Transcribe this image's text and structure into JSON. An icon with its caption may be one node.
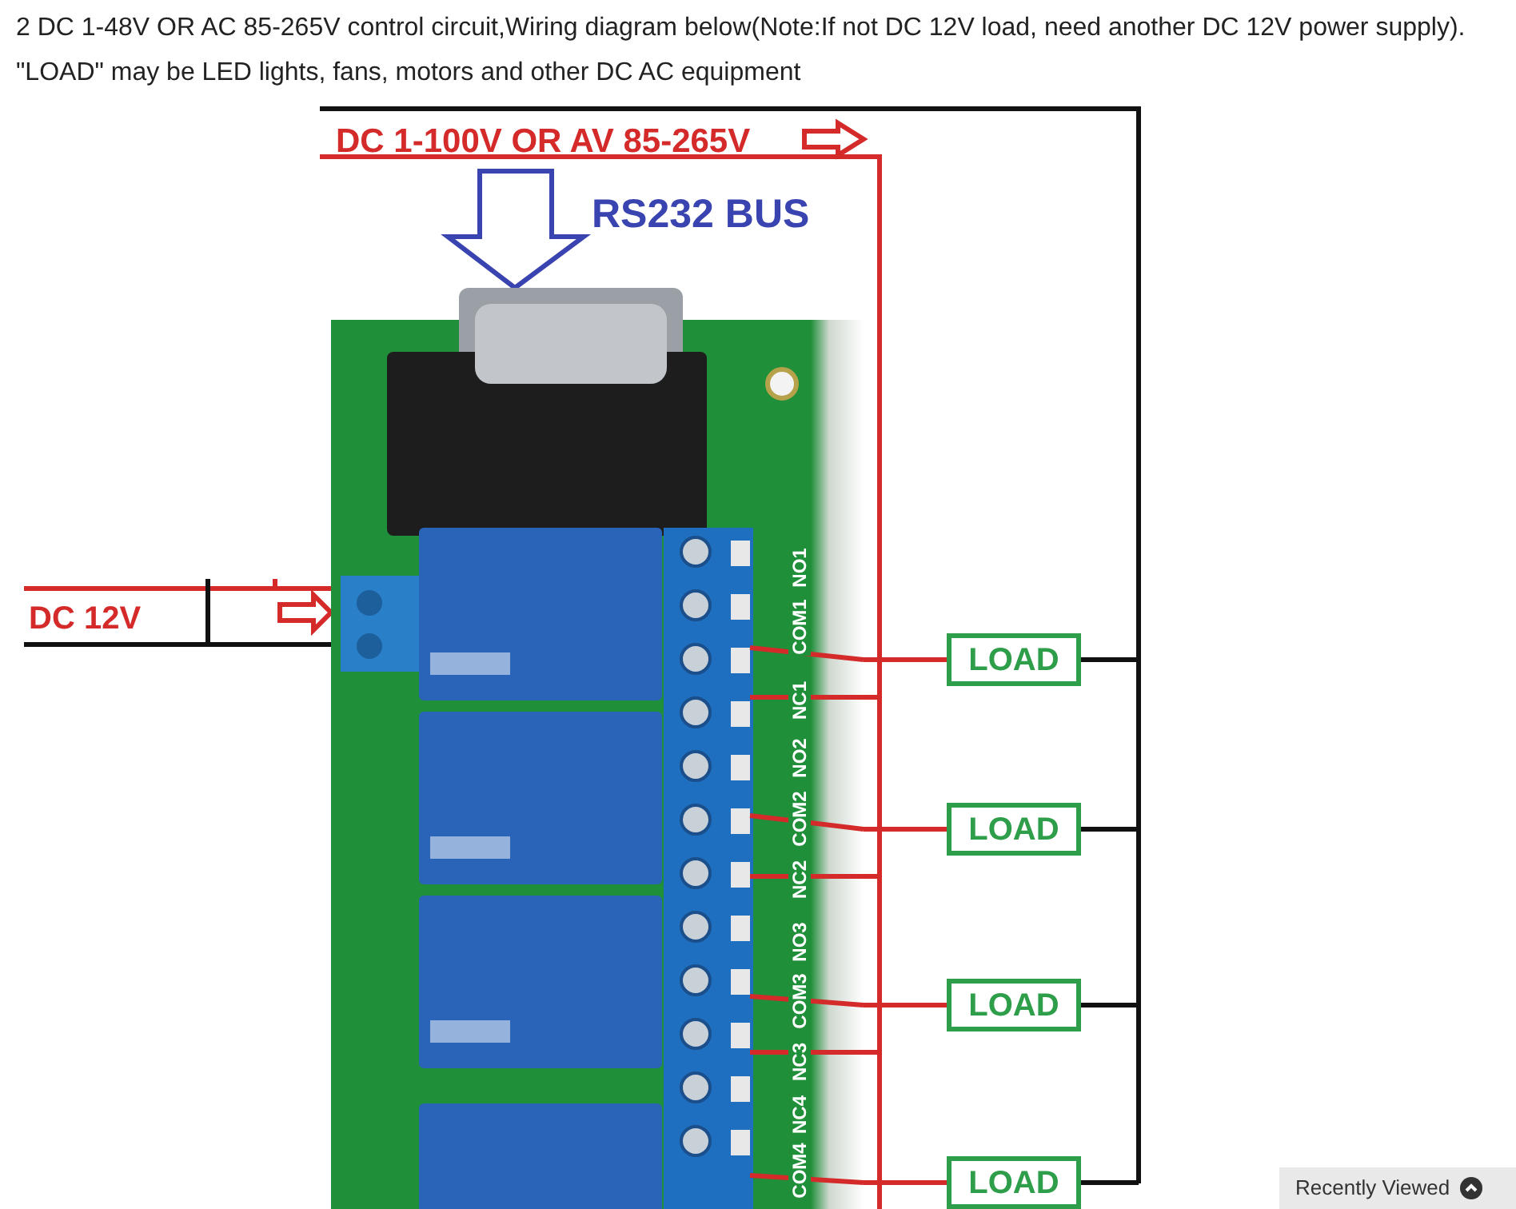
{
  "diagram": {
    "title": "2 DC 1-48V OR AC 85-265V control circuit,Wiring diagram below(Note:If not DC 12V load, need another DC 12V power supply). \"LOAD\" may be LED lights, fans, motors and other DC AC equipment",
    "nodes": [
      {
        "text": [],
        "shape": "picture"
      },
      {
        "text": [
          "LOAD"
        ]
      },
      {
        "text": [
          "LOAD"
        ]
      },
      {
        "text": [
          "LOAD"
        ]
      },
      {
        "text": [
          "LOAD"
        ]
      }
    ],
    "edges": [
      {
        "from": 0,
        "to": 1,
        "arrow": "none",
        "color": "#d42a2a"
      },
      {
        "from": 0,
        "to": 2,
        "arrow": "none",
        "color": "#d42a2a"
      },
      {
        "from": 0,
        "to": 3,
        "arrow": "none",
        "color": "#d42a2a"
      },
      {
        "from": 0,
        "to": 4,
        "arrow": "none",
        "color": "#d42a2a"
      },
      {
        "from": 1,
        "to": null,
        "arrow": "none",
        "color": "#111111"
      },
      {
        "from": 2,
        "to": null,
        "arrow": "none",
        "color": "#111111"
      },
      {
        "from": 3,
        "to": null,
        "arrow": "none",
        "color": "#111111"
      },
      {
        "from": 4,
        "to": null,
        "arrow": "none",
        "color": "#111111"
      },
      {
        "from": null,
        "to": 0,
        "arrow": "to",
        "color": "#3a44b0"
      },
      {
        "from": null,
        "to": 0,
        "arrow": "to",
        "color": "#d42a2a"
      }
    ],
    "labels": [
      "DC 1-100V OR AV 85-265V",
      "RS232 BUS",
      "DC 12V",
      "NO1",
      "COM1",
      "NC1",
      "NO2",
      "COM2",
      "NC2",
      "NO3",
      "COM3",
      "NC3",
      "NC4",
      "COM4",
      "Recently Viewed"
    ]
  }
}
